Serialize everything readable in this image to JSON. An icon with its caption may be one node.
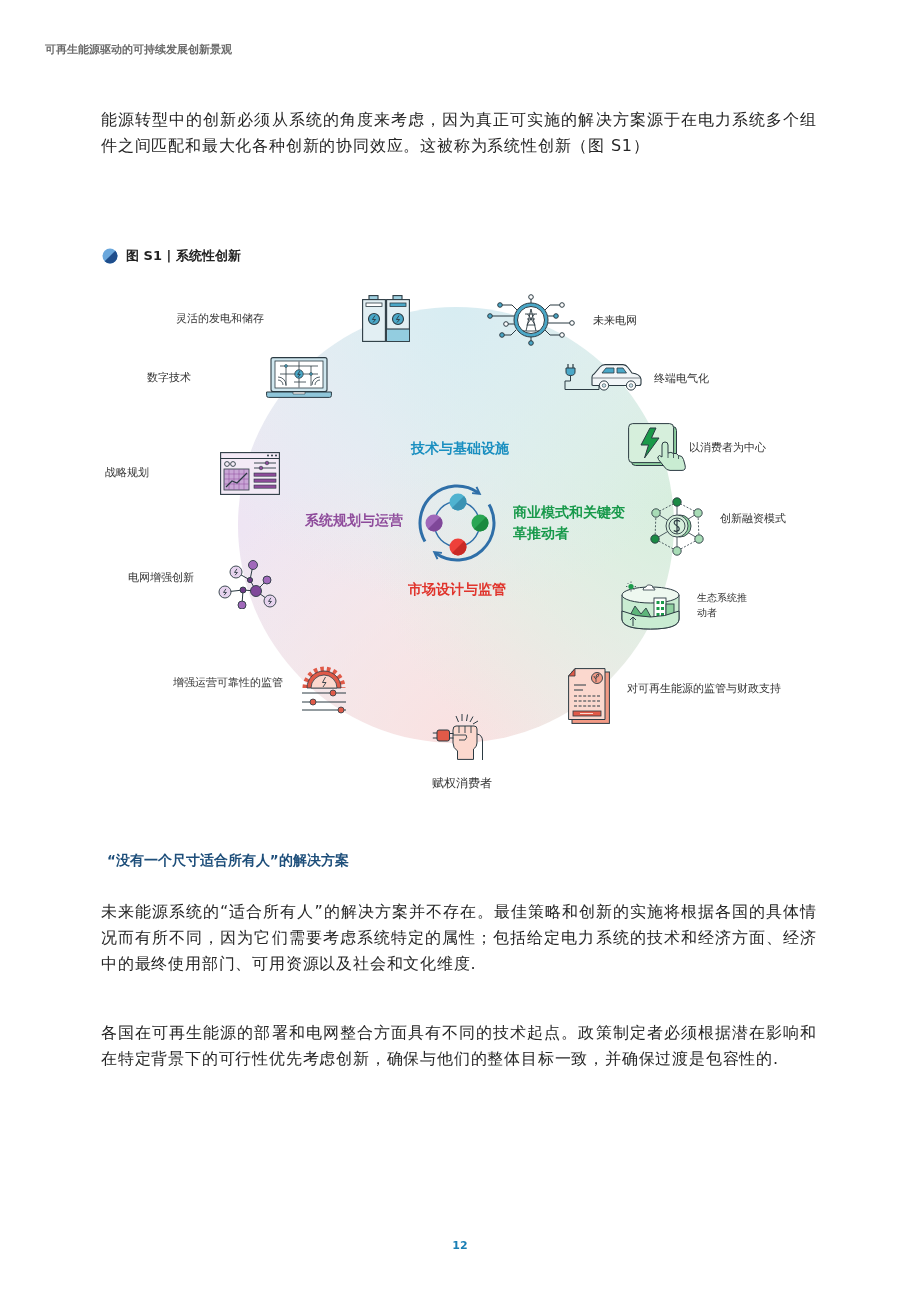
{
  "diagram": {
    "title": "图 S1 | 系统性创新",
    "nodes": [
      {
        "text": [
          "技术与基础设施",
          "系统规划与运营",
          "商业模式和关键变革推动者",
          "市场设计与监管"
        ]
      }
    ],
    "labels": [
      "可再生能源驱动的可持续发展创新景观",
      "能源转型中的创新必须从系统的角度来考虑，因为真正可实施的解决方案源于在电力系统多个组件之间匹配和最大化各种创新的协同效应。这被称为系统性创新（图 S1）",
      "灵活的发电和储存",
      "未来电网",
      "数字技术",
      "终端电气化",
      "以消费者为中心",
      "战略规划",
      "创新融资模式",
      "电网增强创新",
      "生态系统推动者",
      "增强运营可靠性的监管",
      "对可再生能源的监管与财政支持",
      "赋权消费者",
      "“没有一个尺寸适合所有人”的解决方案",
      "未来能源系统的“适合所有人”的解决方案并不存在。最佳策略和创新的实施将根据各国的具体情况而有所不同，因为它们需要考虑系统特定的属性；包括给定电力系统的技术和经济方面、经济中的最终使用部门、可用资源以及社会和文化维度.",
      "各国在可再生能源的部署和电网整合方面具有不同的技术起点。政策制定者必须根据潜在影响和在特定背景下的可行性优先考虑创新，确保与他们的整体目标一致，并确保过渡是包容性的.",
      "12"
    ]
  }
}
